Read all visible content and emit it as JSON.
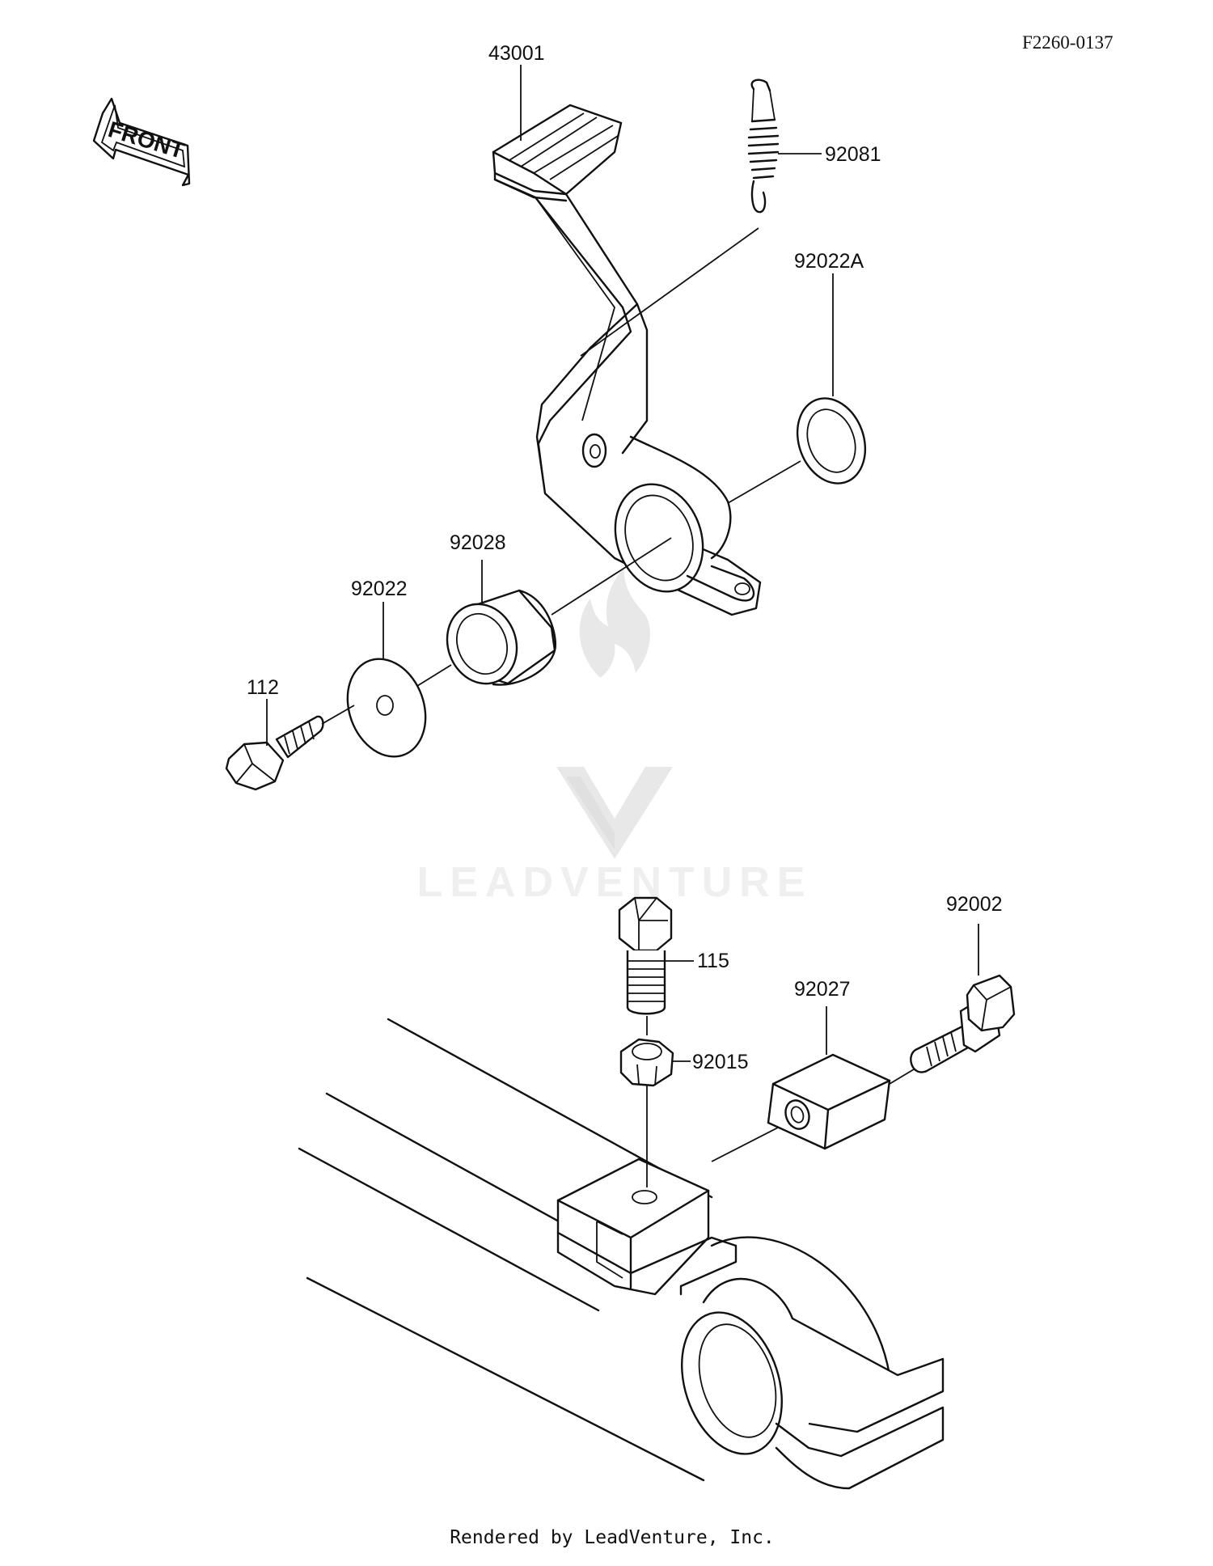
{
  "diagram_id": "F2260-0137",
  "front_arrow_label": "FRONT",
  "watermark": "LEADVENTURE",
  "footer": "Rendered by LeadVenture, Inc.",
  "parts": {
    "brake_pedal": "43001",
    "spring": "92081",
    "washer_a": "92022A",
    "collar": "92028",
    "washer": "92022",
    "bolt_112": "112",
    "bolt_115": "115",
    "nut": "92015",
    "bolt_92002": "92002",
    "block": "92027"
  }
}
